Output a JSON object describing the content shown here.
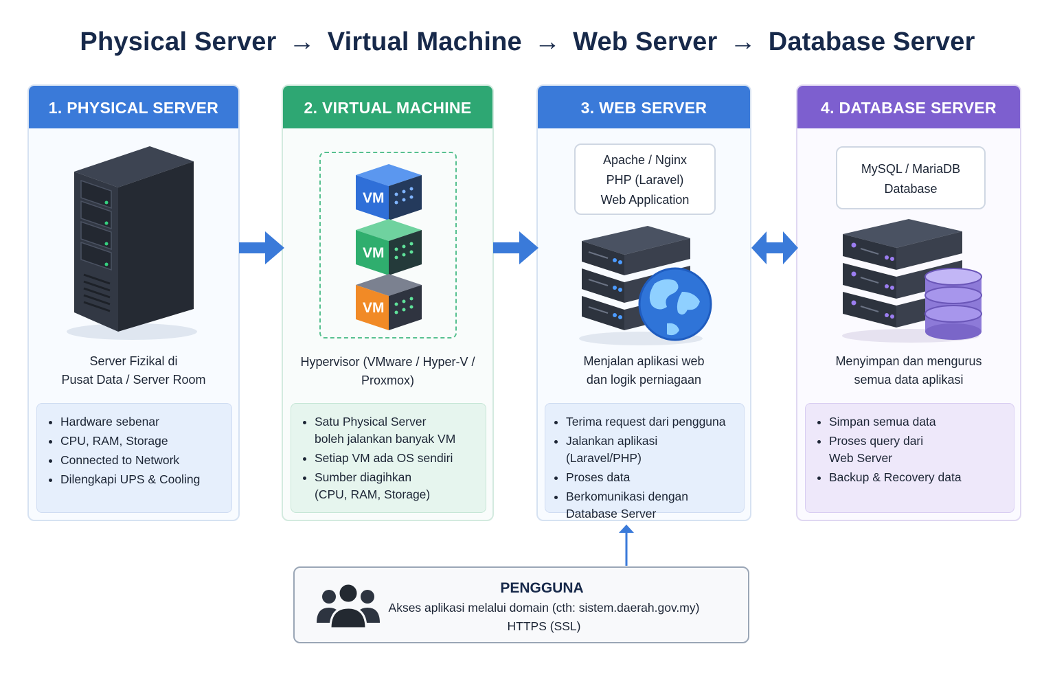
{
  "title": {
    "step1": "Physical Server",
    "step2": "Virtual Machine",
    "step3": "Web Server",
    "step4": "Database Server",
    "arrow": "→"
  },
  "panels": [
    {
      "header": "1. PHYSICAL SERVER",
      "color": "#3a7ad9",
      "caption_lines": [
        "Server Fizikal di",
        "Pusat Data / Server Room"
      ],
      "bullets": [
        "Hardware sebenar",
        "CPU, RAM, Storage",
        "Connected to Network",
        "Dilengkapi UPS & Cooling"
      ]
    },
    {
      "header": "2. VIRTUAL MACHINE",
      "color": "#2ea773",
      "vm_labels": [
        "VM",
        "VM",
        "VM"
      ],
      "caption_lines": [
        "Hypervisor (VMware / Hyper-V /",
        "Proxmox)"
      ],
      "bullets": [
        [
          "Satu Physical Server",
          "boleh jalankan banyak VM"
        ],
        [
          "Setiap VM ada OS sendiri"
        ],
        [
          "Sumber diagihkan",
          "(CPU, RAM, Storage)"
        ]
      ]
    },
    {
      "header": "3. WEB SERVER",
      "color": "#3a7ad9",
      "tag_lines": [
        "Apache / Nginx",
        "PHP (Laravel)",
        "Web Application"
      ],
      "caption_lines": [
        "Menjalan aplikasi web",
        "dan logik perniagaan"
      ],
      "bullets": [
        [
          "Terima request dari pengguna"
        ],
        [
          "Jalankan aplikasi (Laravel/PHP)"
        ],
        [
          "Proses data"
        ],
        [
          "Berkomunikasi dengan",
          "Database Server"
        ]
      ]
    },
    {
      "header": "4. DATABASE SERVER",
      "color": "#7d5fcf",
      "tag_lines": [
        "MySQL / MariaDB",
        "Database"
      ],
      "caption_lines": [
        "Menyimpan dan mengurus",
        "semua data aplikasi"
      ],
      "bullets": [
        [
          "Simpan semua data"
        ],
        [
          "Proses query dari",
          "Web Server"
        ],
        [
          "Backup & Recovery data"
        ]
      ]
    }
  ],
  "user": {
    "title": "PENGGUNA",
    "line1": "Akses aplikasi melalui domain (cth: sistem.daerah.gov.my)",
    "line2": "HTTPS (SSL)"
  },
  "colors": {
    "arrow": "#3a7ad9",
    "blue_soft": "#e6effc",
    "green_soft": "#e6f5ee",
    "purple_soft": "#eee8fa"
  }
}
